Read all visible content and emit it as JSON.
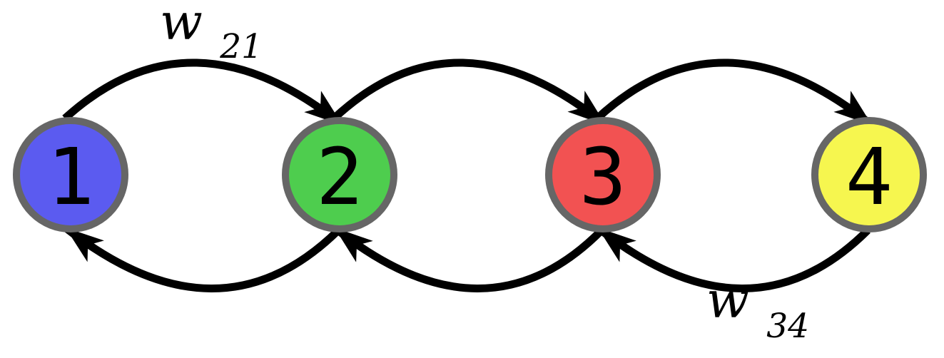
{
  "diagram": {
    "kind": "weighted-directed-chain-graph"
  },
  "nodes": [
    {
      "id": "1",
      "label": "1",
      "color": "#5b5bf0"
    },
    {
      "id": "2",
      "label": "2",
      "color": "#4ecd4e"
    },
    {
      "id": "3",
      "label": "3",
      "color": "#f25252"
    },
    {
      "id": "4",
      "label": "4",
      "color": "#f6f64f"
    }
  ],
  "edges": [
    {
      "from": "1",
      "to": "2",
      "position": "top",
      "label_base": "w",
      "label_sub": "21"
    },
    {
      "from": "2",
      "to": "3",
      "position": "top"
    },
    {
      "from": "3",
      "to": "4",
      "position": "top"
    },
    {
      "from": "2",
      "to": "1",
      "position": "bottom"
    },
    {
      "from": "3",
      "to": "2",
      "position": "bottom"
    },
    {
      "from": "4",
      "to": "3",
      "position": "bottom",
      "label_base": "w",
      "label_sub": "34"
    }
  ],
  "colors": {
    "background": "#ffffff",
    "node_border": "#666666",
    "edge": "#000000",
    "text": "#000000"
  }
}
